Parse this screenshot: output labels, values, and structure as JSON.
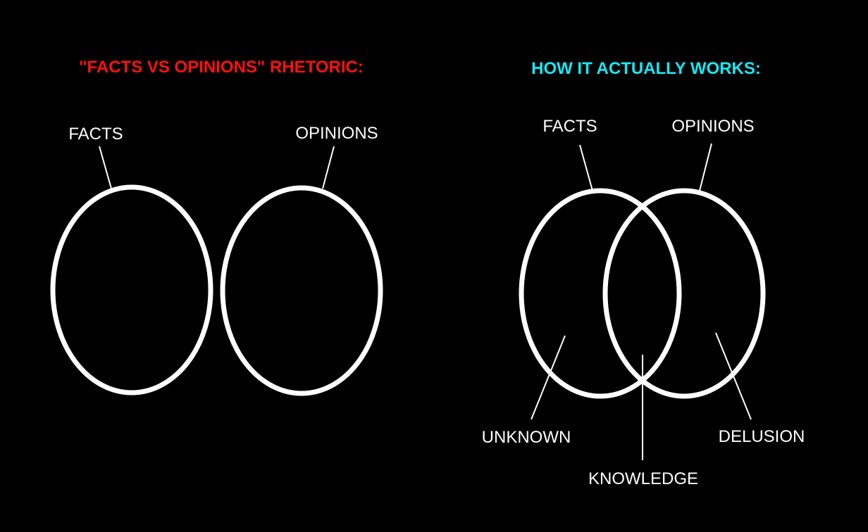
{
  "left_panel": {
    "title": "\"FACTS VS OPINIONS\" RHETORIC:",
    "facts_label": "FACTS",
    "opinions_label": "OPINIONS"
  },
  "right_panel": {
    "title": "HOW IT ACTUALLY WORKS:",
    "facts_label": "FACTS",
    "opinions_label": "OPINIONS",
    "unknown_label": "UNKNOWN",
    "knowledge_label": "KNOWLEDGE",
    "delusion_label": "DELUSION"
  },
  "colors": {
    "background": "#000000",
    "left_title": "#ff1111",
    "right_title": "#17e8f2",
    "foreground": "#ffffff"
  }
}
